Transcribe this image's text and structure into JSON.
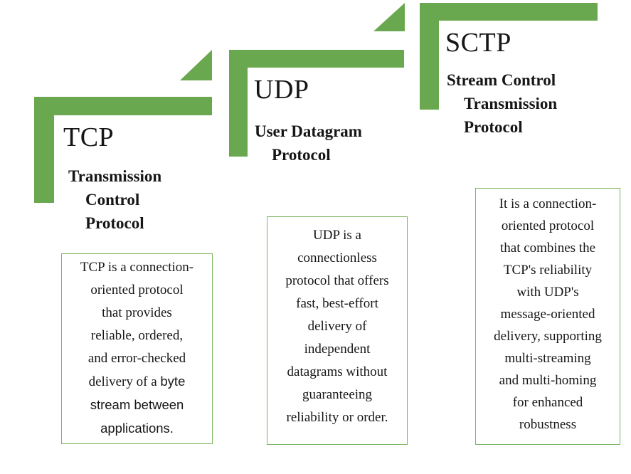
{
  "colors": {
    "shape_green": "#6aa84f",
    "box_border_green": "#7ab55a",
    "text": "#161616",
    "background": "#ffffff"
  },
  "cards": [
    {
      "acronym": "TCP",
      "subtitle_lines": [
        "Transmission",
        "Control",
        "Protocol"
      ],
      "description_lines": [
        "TCP is a connection-",
        "oriented protocol",
        "that provides",
        "reliable, ordered,",
        "and error-checked",
        [
          {
            "text": "delivery of a "
          },
          {
            "text": "byte",
            "sans": true
          }
        ],
        [
          {
            "text": "stream between",
            "sans": true
          }
        ],
        [
          {
            "text": "applications.",
            "sans": true
          }
        ]
      ]
    },
    {
      "acronym": "UDP",
      "subtitle_lines": [
        "User Datagram",
        "Protocol"
      ],
      "description_lines": [
        "UDP is a",
        "connectionless",
        "protocol that offers",
        "fast, best-effort",
        "delivery of",
        "independent",
        "datagrams without",
        "guaranteeing",
        "reliability or order."
      ]
    },
    {
      "acronym": "SCTP",
      "subtitle_lines": [
        "Stream Control",
        "Transmission",
        "Protocol"
      ],
      "description_lines": [
        "It is a connection-",
        "oriented protocol",
        "that combines the",
        "TCP's reliability",
        "with UDP's",
        "message-oriented",
        "delivery, supporting",
        "multi-streaming",
        "and multi-homing",
        "for enhanced",
        "robustness"
      ]
    }
  ]
}
